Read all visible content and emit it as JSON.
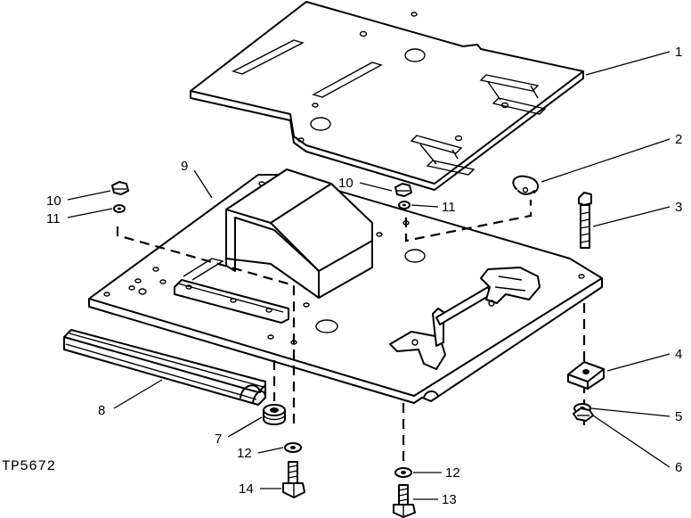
{
  "figure": {
    "reference": "TP5672"
  },
  "callouts": [
    {
      "id": "c1",
      "number": "1"
    },
    {
      "id": "c2",
      "number": "2"
    },
    {
      "id": "c3",
      "number": "3"
    },
    {
      "id": "c4",
      "number": "4"
    },
    {
      "id": "c5",
      "number": "5"
    },
    {
      "id": "c6",
      "number": "6"
    },
    {
      "id": "c7",
      "number": "7"
    },
    {
      "id": "c8",
      "number": "8"
    },
    {
      "id": "c9",
      "number": "9"
    },
    {
      "id": "c10a",
      "number": "10"
    },
    {
      "id": "c11a",
      "number": "11"
    },
    {
      "id": "c10b",
      "number": "10"
    },
    {
      "id": "c11b",
      "number": "11"
    },
    {
      "id": "c12a",
      "number": "12"
    },
    {
      "id": "c14",
      "number": "14"
    },
    {
      "id": "c12b",
      "number": "12"
    },
    {
      "id": "c13",
      "number": "13"
    }
  ]
}
